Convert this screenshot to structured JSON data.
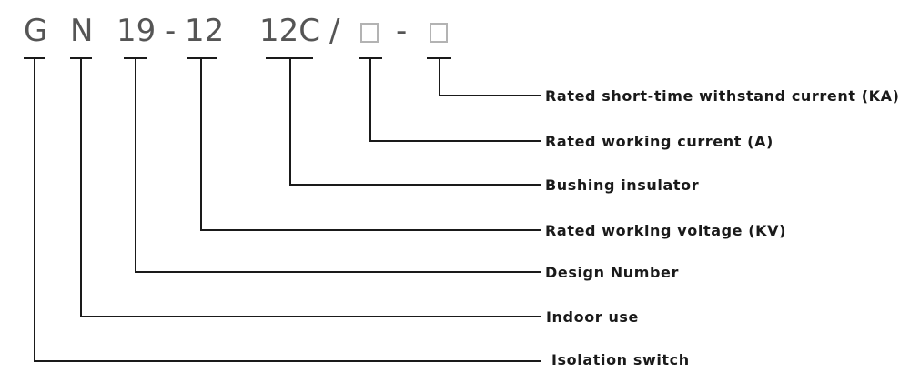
{
  "code_parts": {
    "g": "G",
    "n": "N",
    "design": "19",
    "dash1": "-",
    "voltage": "12",
    "bushing": "12C",
    "slash": "/",
    "dash2": "-"
  },
  "labels": {
    "short_time_current": "Rated short-time withstand current (KA)",
    "working_current": "Rated working current (A)",
    "bushing_insulator": "Bushing insulator",
    "working_voltage": "Rated working voltage (KV)",
    "design_number": "Design Number",
    "indoor_use": "Indoor use",
    "isolation_switch": "Isolation switch"
  },
  "colors": {
    "code_text": "#555555",
    "placeholder_box": "#b3b3b3",
    "lines": "#1a1a1a"
  }
}
